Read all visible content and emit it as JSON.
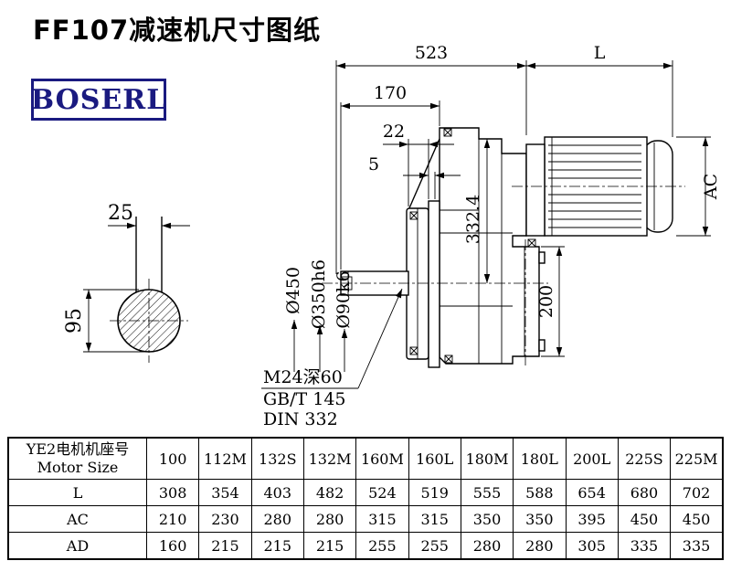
{
  "page": {
    "title": "FF107减速机尺寸图纸",
    "logo": "BOSERL"
  },
  "drawing": {
    "d523": "523",
    "dL": "L",
    "d170": "170",
    "d22": "22",
    "d5": "5",
    "dAC": "AC",
    "d332": "332.4",
    "d450": "Ø450",
    "d350": "Ø350h6",
    "d90": "Ø90k6",
    "d200": "200",
    "d25": "25",
    "d95": "95",
    "note1": "M24深60",
    "note2": "GB/T 145",
    "note3": "DIN 332"
  },
  "table": {
    "header_cn": "YE2电机机座号",
    "header_en": "Motor Size",
    "columns": [
      "100",
      "112M",
      "132S",
      "132M",
      "160M",
      "160L",
      "180M",
      "180L",
      "200L",
      "225S",
      "225M"
    ],
    "rows": [
      {
        "label": "L",
        "values": [
          "308",
          "354",
          "403",
          "482",
          "524",
          "519",
          "555",
          "588",
          "654",
          "680",
          "702"
        ]
      },
      {
        "label": "AC",
        "values": [
          "210",
          "230",
          "280",
          "280",
          "315",
          "315",
          "350",
          "350",
          "395",
          "450",
          "450"
        ]
      },
      {
        "label": "AD",
        "values": [
          "160",
          "215",
          "215",
          "215",
          "255",
          "255",
          "280",
          "280",
          "305",
          "335",
          "335"
        ]
      }
    ]
  }
}
